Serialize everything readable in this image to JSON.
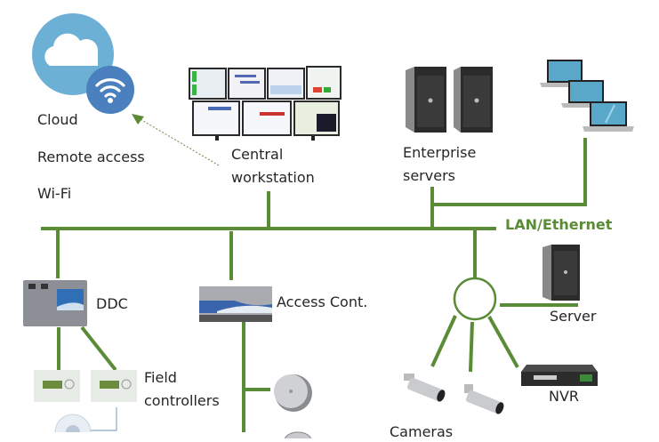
{
  "colors": {
    "wire": "#5a8c37",
    "cloud": "#6cb0d6",
    "wifi_badge": "#4a80bd",
    "text": "#262626",
    "lan_label": "#5a8c37",
    "field_link": "#8aa9cc"
  },
  "cloud": {
    "icon": "cloud-wifi-icon",
    "labels": [
      "Cloud",
      "Remote access",
      "Wi-Fi"
    ]
  },
  "workstation": {
    "icon": "multi-monitor-workstation-icon",
    "label_lines": [
      "Central",
      "workstation"
    ]
  },
  "enterprise": {
    "icon": "tower-servers-icon",
    "label_lines": [
      "Enterprise",
      "servers"
    ]
  },
  "laptops": {
    "icon": "laptops-icon",
    "count": 3
  },
  "network": {
    "label": "LAN/Ethernet"
  },
  "ddc": {
    "icon": "ddc-controller-icon",
    "label": "DDC"
  },
  "field_controllers": {
    "icon": "field-controller-icon",
    "label_lines": [
      "Field",
      "controllers"
    ],
    "count": 2
  },
  "access": {
    "icon": "access-controller-icon",
    "label": "Access Cont."
  },
  "locks": {
    "icon": "smart-lock-icon"
  },
  "switch": {
    "icon": "network-switch-icon"
  },
  "server": {
    "icon": "tower-server-icon",
    "label": "Server"
  },
  "nvr": {
    "icon": "nvr-recorder-icon",
    "label": "NVR"
  },
  "cameras": {
    "icon": "bullet-camera-icon",
    "label": "Cameras",
    "count": 2
  },
  "sensor": {
    "icon": "round-sensor-icon"
  }
}
